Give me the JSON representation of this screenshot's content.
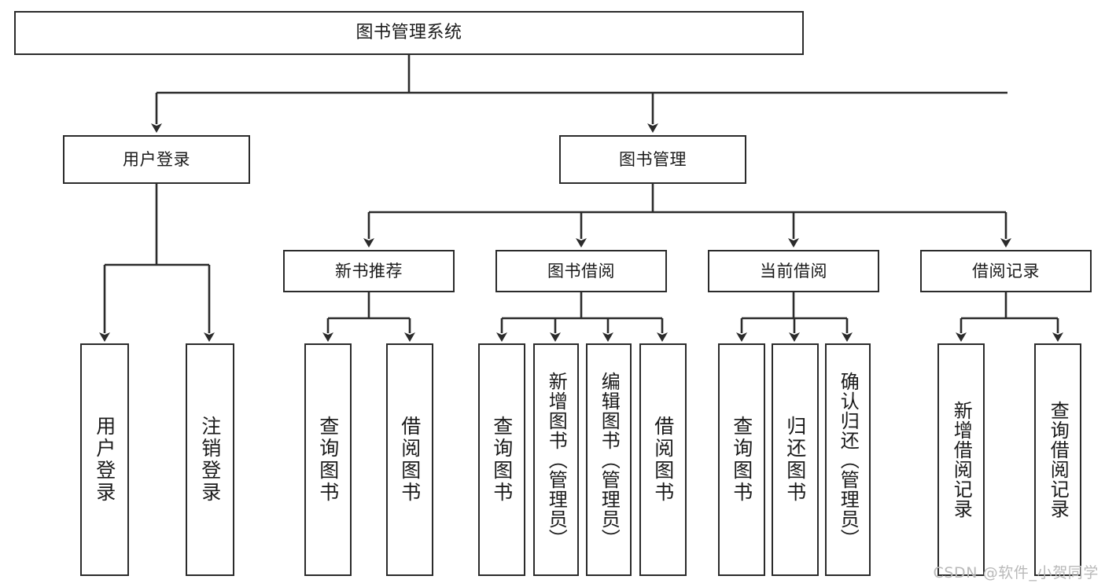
{
  "diagram": {
    "title": "图书管理系统",
    "type": "tree-hierarchy",
    "watermark": "CSDN @软件_小贺同学",
    "colors": {
      "stroke": "#2b2b2b",
      "background": "#ffffff",
      "text": "#1a1a1a",
      "watermark": "#b9b9b9"
    },
    "nodes": {
      "root": {
        "label": "图书管理系统"
      },
      "level1": [
        {
          "id": "user-login",
          "label": "用户登录"
        },
        {
          "id": "book-management",
          "label": "图书管理"
        }
      ],
      "level2": [
        {
          "id": "new-book-recommend",
          "label": "新书推荐"
        },
        {
          "id": "book-borrow",
          "label": "图书借阅"
        },
        {
          "id": "current-borrow",
          "label": "当前借阅"
        },
        {
          "id": "borrow-record",
          "label": "借阅记录"
        }
      ],
      "leaves": {
        "user_login": [
          {
            "id": "leaf-user-login",
            "label": "用户登录"
          },
          {
            "id": "leaf-logout-login",
            "label": "注销登录"
          }
        ],
        "new_book_recommend": [
          {
            "id": "leaf-query-book-1",
            "label": "查询图书"
          },
          {
            "id": "leaf-borrow-book-1",
            "label": "借阅图书"
          }
        ],
        "book_borrow": [
          {
            "id": "leaf-query-book-2",
            "label": "查询图书"
          },
          {
            "id": "leaf-add-book",
            "label": "新增图书（管理员）"
          },
          {
            "id": "leaf-edit-book",
            "label": "编辑图书（管理员）"
          },
          {
            "id": "leaf-borrow-book-2",
            "label": "借阅图书"
          }
        ],
        "current_borrow": [
          {
            "id": "leaf-query-book-3",
            "label": "查询图书"
          },
          {
            "id": "leaf-return-book",
            "label": "归还图书"
          },
          {
            "id": "leaf-confirm-return",
            "label": "确认归还（管理员）"
          }
        ],
        "borrow_record": [
          {
            "id": "leaf-add-record",
            "label": "新增借阅记录"
          },
          {
            "id": "leaf-query-record",
            "label": "查询借阅记录"
          }
        ]
      }
    }
  }
}
